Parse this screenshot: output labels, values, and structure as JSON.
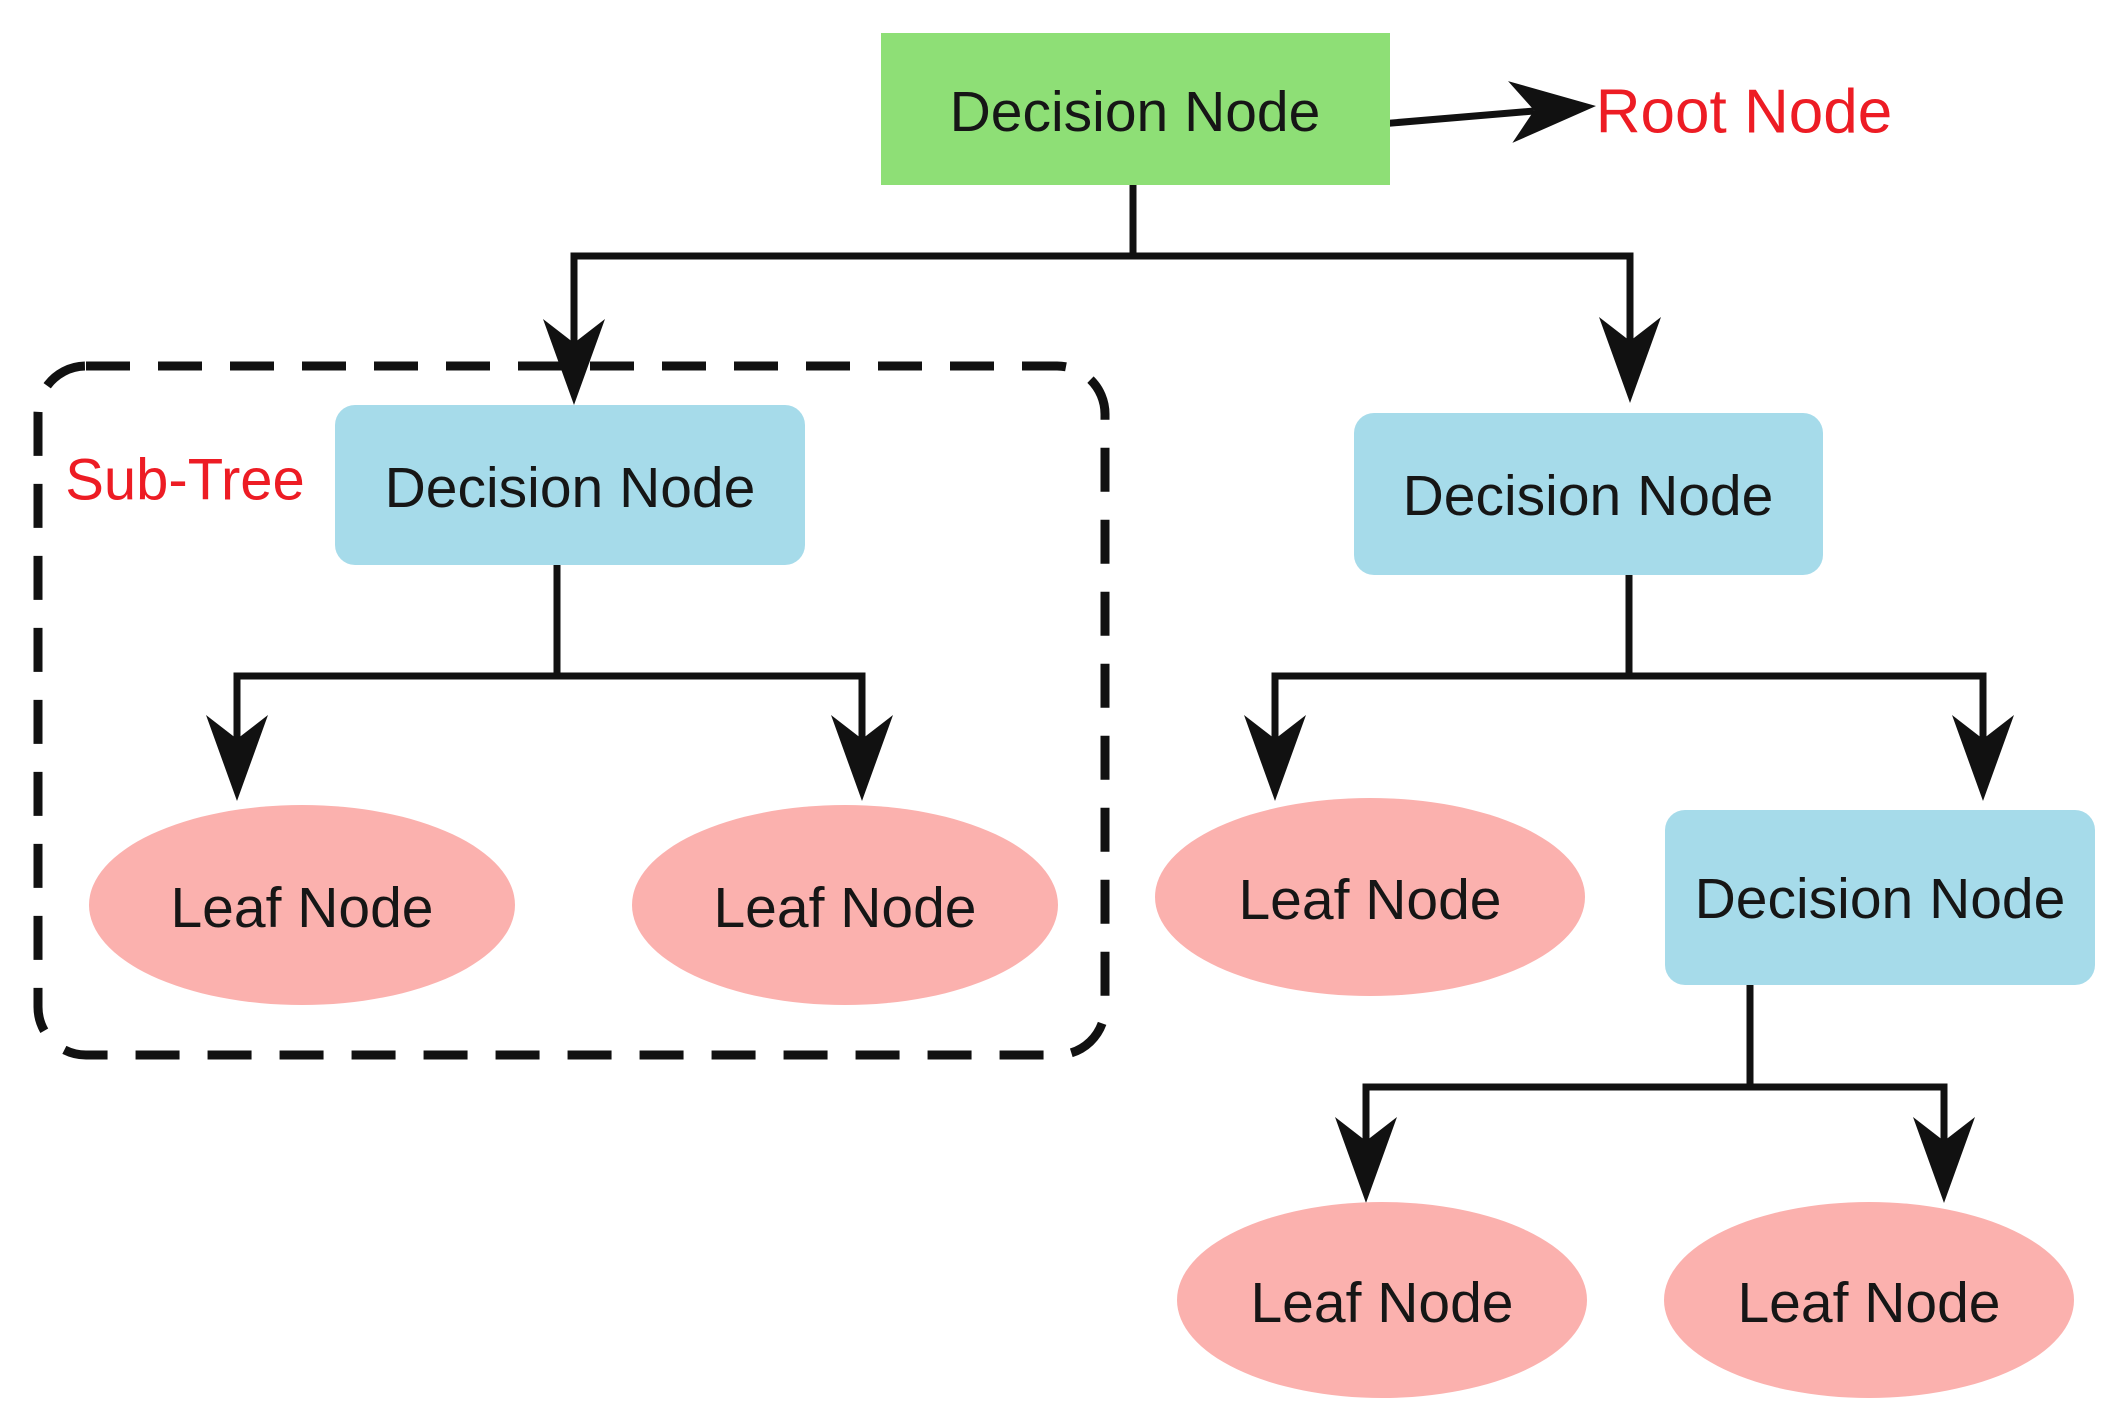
{
  "diagram": {
    "type": "decision-tree",
    "colors": {
      "root_fill": "#8edf76",
      "decision_fill": "#a6dbea",
      "leaf_fill": "#fbb1ae",
      "annotation_red": "#ed1c24",
      "line": "#111111",
      "background": "#ffffff"
    },
    "nodes": {
      "root": {
        "label": "Decision Node"
      },
      "left_decision": {
        "label": "Decision Node"
      },
      "right_decision": {
        "label": "Decision Node"
      },
      "lower_right_decision": {
        "label": "Decision Node"
      },
      "left_leaf_1": {
        "label": "Leaf Node"
      },
      "left_leaf_2": {
        "label": "Leaf Node"
      },
      "right_leaf": {
        "label": "Leaf Node"
      },
      "bottom_leaf_1": {
        "label": "Leaf Node"
      },
      "bottom_leaf_2": {
        "label": "Leaf Node"
      }
    },
    "annotations": {
      "root_node_label": "Root Node",
      "subtree_label": "Sub-Tree"
    }
  }
}
